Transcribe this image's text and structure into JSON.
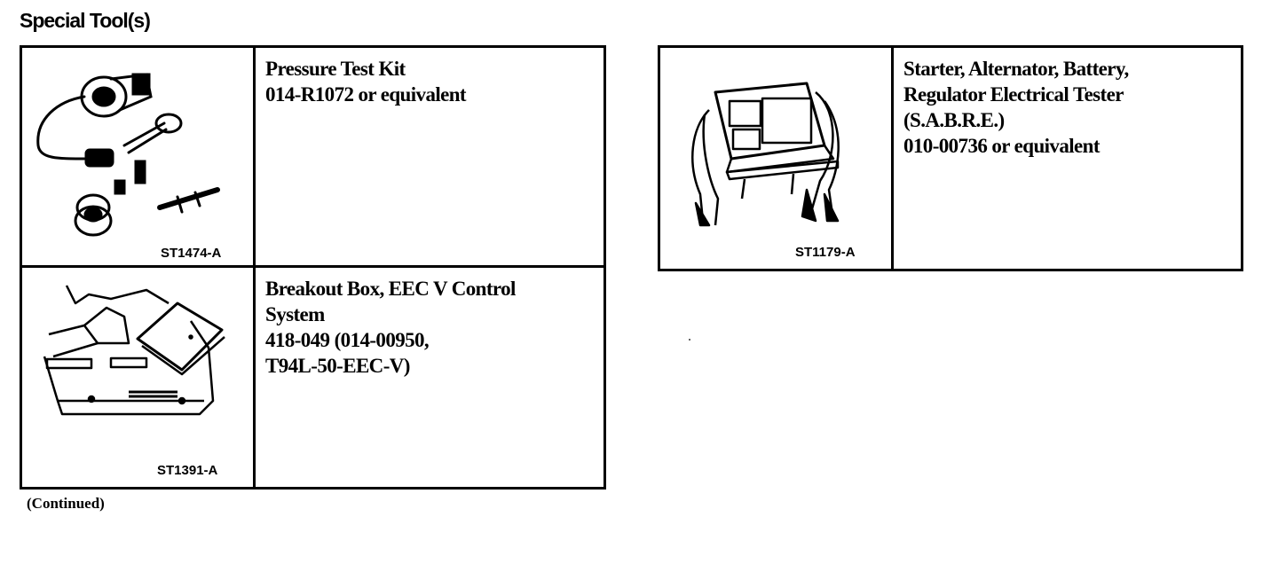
{
  "heading": "Special Tool(s)",
  "tools": [
    {
      "code": "ST1474-A",
      "lines": [
        "Pressure Test Kit",
        "014-R1072 or equivalent"
      ],
      "icon": "pressure-test-kit-illustration"
    },
    {
      "code": "ST1391-A",
      "lines": [
        "Breakout Box, EEC V Control",
        "System",
        "418-049 (014-00950,",
        "T94L-50-EEC-V)"
      ],
      "icon": "breakout-box-illustration"
    },
    {
      "code": "ST1179-A",
      "lines": [
        "Starter, Alternator, Battery,",
        "Regulator Electrical Tester",
        "(S.A.B.R.E.)",
        "010-00736 or equivalent"
      ],
      "icon": "sabre-tester-illustration"
    }
  ],
  "continued": "(Continued)"
}
